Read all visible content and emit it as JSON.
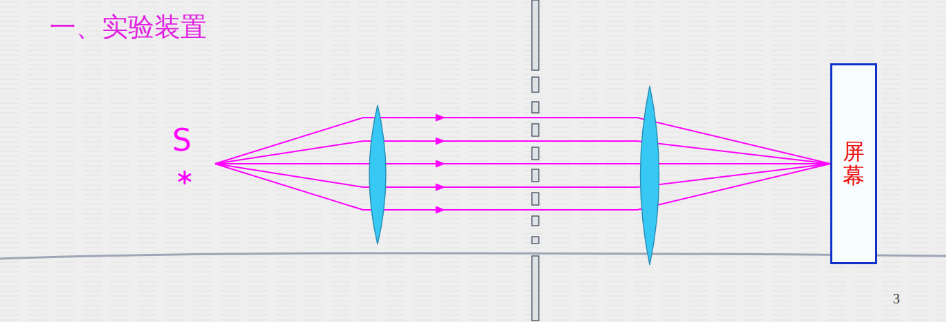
{
  "diagram": {
    "title": "一、实验装置",
    "nodes": [
      {
        "text": [
          "屏幕"
        ]
      }
    ],
    "labels": [
      "S",
      "3"
    ]
  }
}
